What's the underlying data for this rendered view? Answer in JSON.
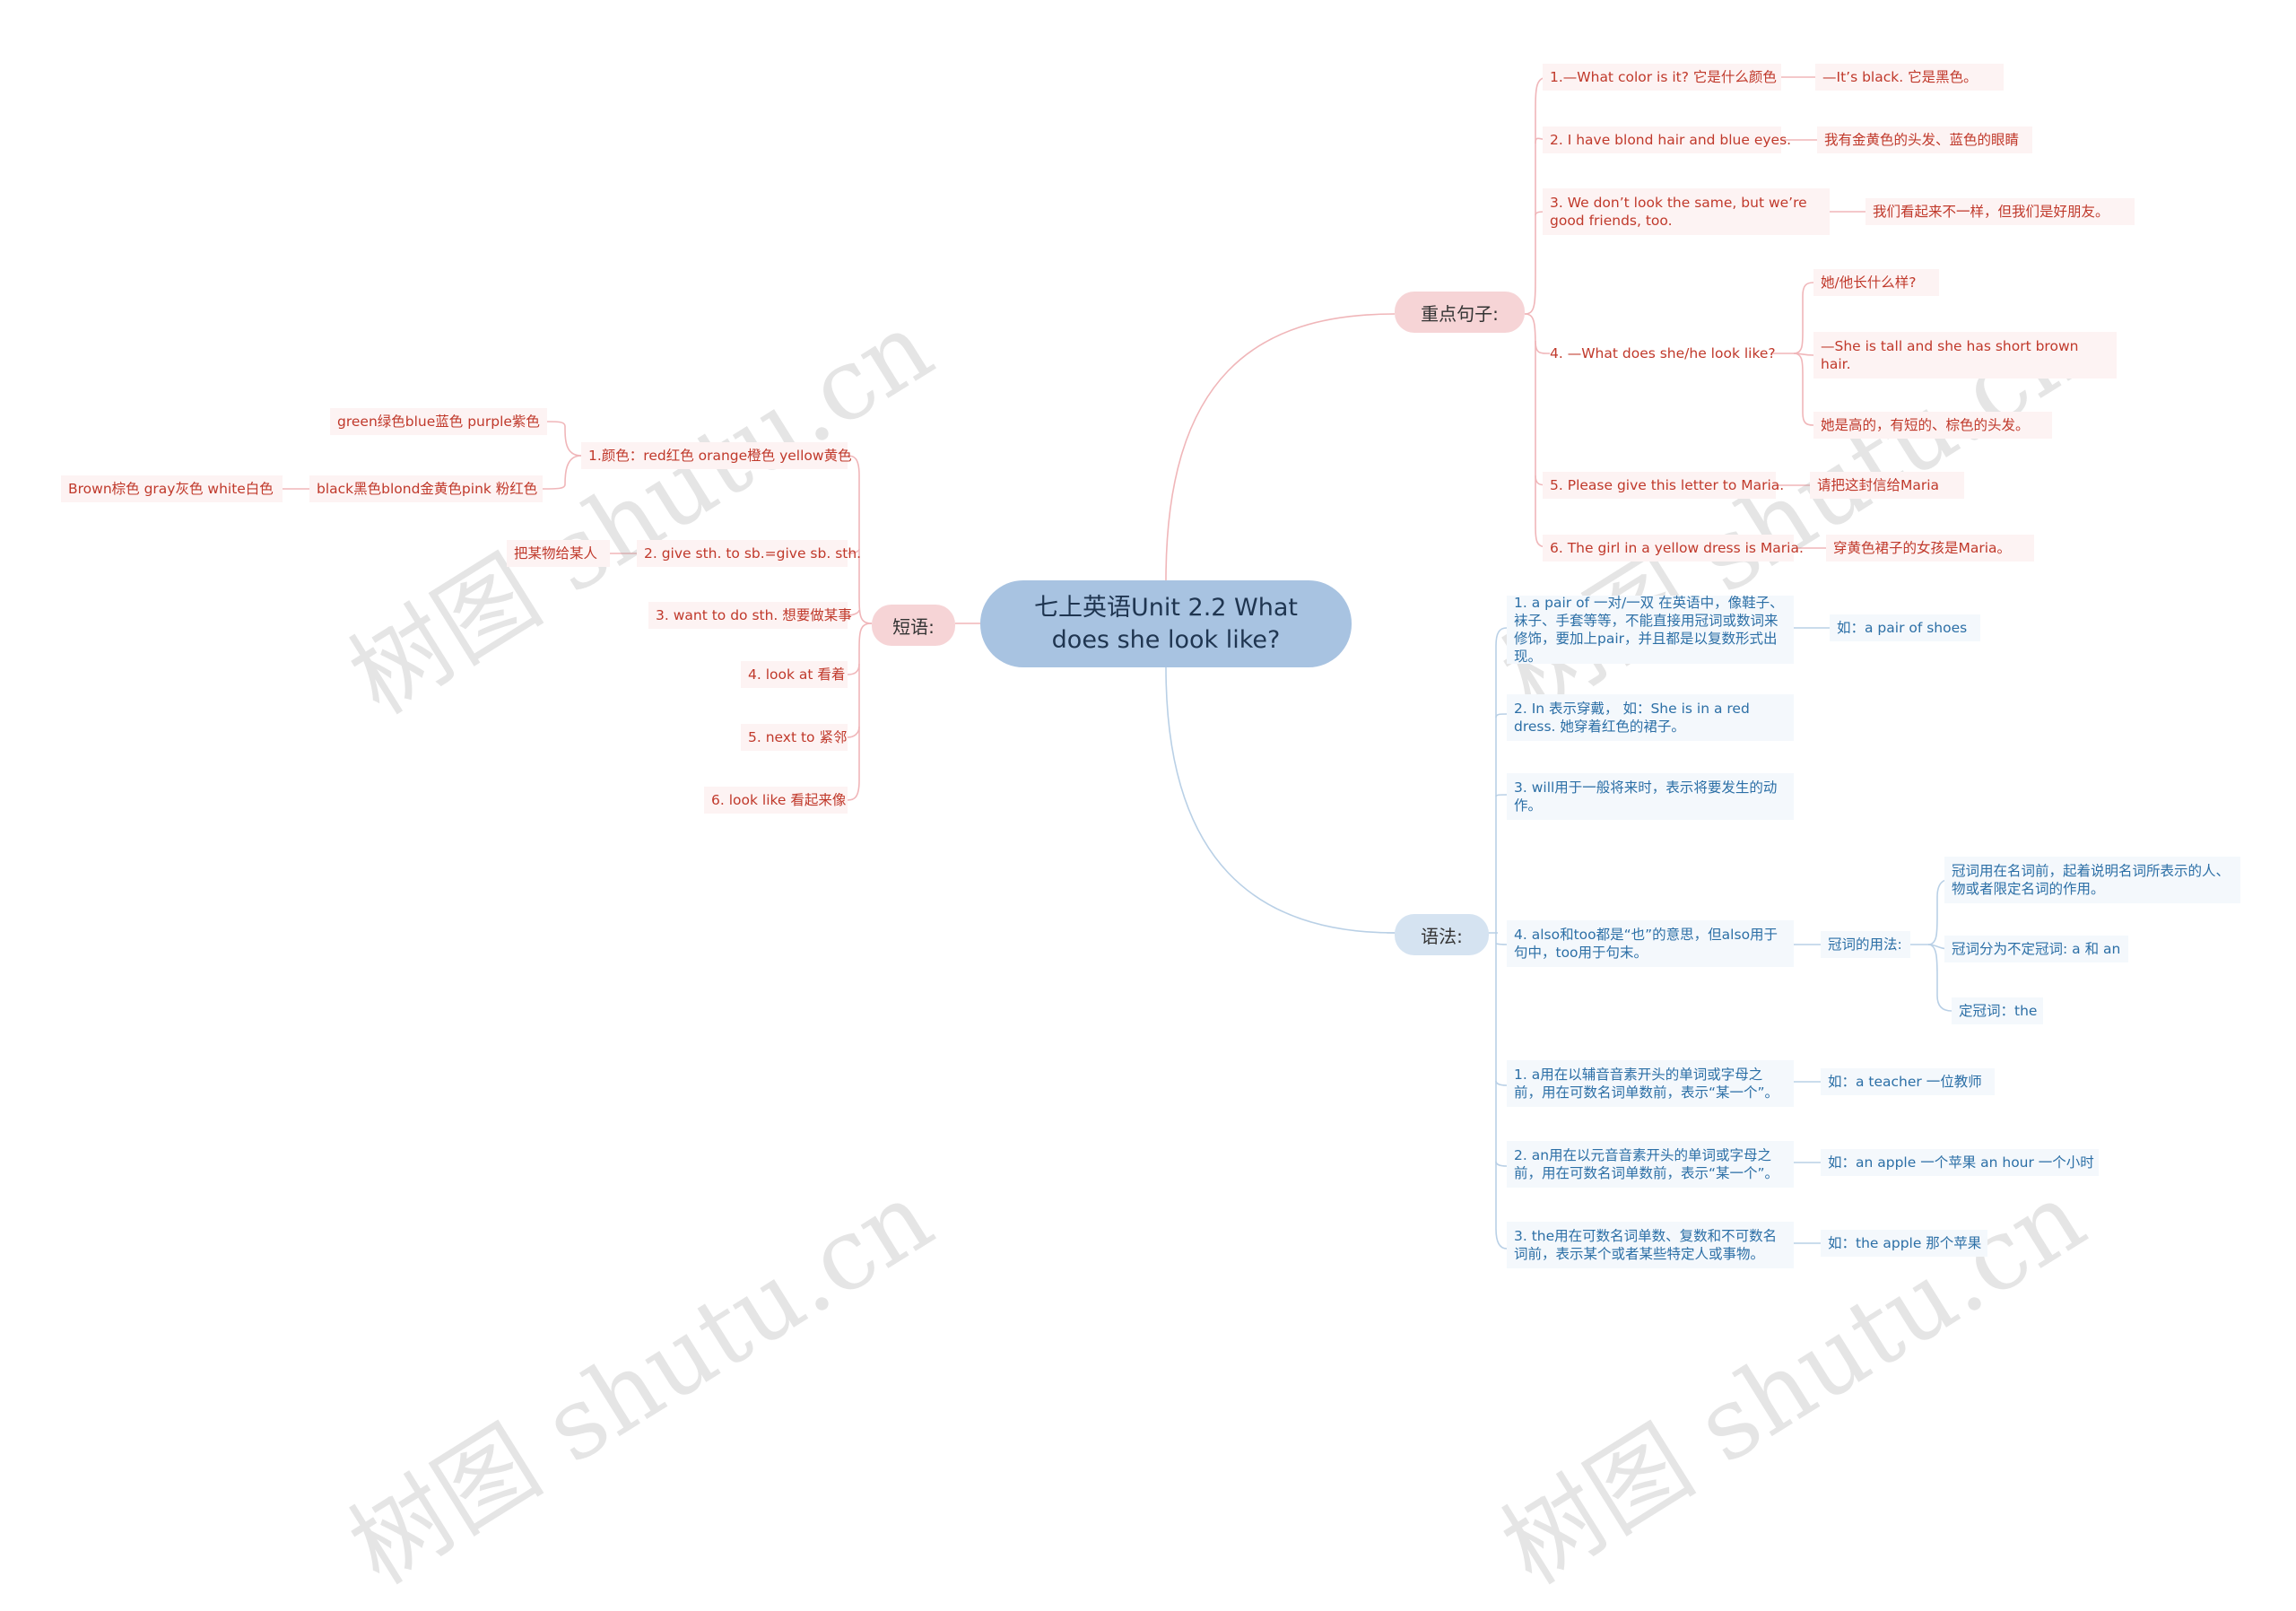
{
  "root": "七上英语Unit 2.2 What does she look like?",
  "branches": {
    "key_sentences": "重点句子:",
    "phrases": "短语:",
    "grammar": "语法:"
  },
  "watermark": "树图 shutu.cn",
  "key_sentences": {
    "s1": "1.—What color is it? 它是什么颜色",
    "s1_ans": "—It’s black. 它是黑色。",
    "s2": "2. I have blond hair and blue eyes.",
    "s2_ans": "我有金黄色的头发、蓝色的眼睛",
    "s3": "3. We don’t look the same, but we’re good friends, too.",
    "s3_ans": "我们看起来不一样，但我们是好朋友。",
    "s4": "4. —What does she/he look like?",
    "s4_a": "她/他长什么样?",
    "s4_b": "—She is tall and she has short brown hair.",
    "s4_c": "她是高的，有短的、棕色的头发。",
    "s5": "5. Please give this letter to Maria.",
    "s5_ans": "请把这封信给Maria",
    "s6": "6. The girl in a yellow dress is Maria.",
    "s6_ans": "穿黄色裙子的女孩是Maria。"
  },
  "phrases": {
    "p1": "1.颜色：red红色 orange橙色 yellow黄色",
    "p1_a": "green绿色blue蓝色  purple紫色",
    "p1_b": "black黑色blond金黄色pink 粉红色",
    "p1_b_sub": "Brown棕色 gray灰色  white白色",
    "p2": "2. give sth. to sb.=give sb. sth.",
    "p2_sub": "把某物给某人",
    "p3": "3. want to do sth. 想要做某事",
    "p4": "4. look at 看着",
    "p5": "5. next to 紧邻",
    "p6": "6. look like 看起来像"
  },
  "grammar": {
    "g1": "1. a pair of 一对/一双 在英语中，像鞋子、袜子、手套等等，不能直接用冠词或数词来修饰，要加上pair，并且都是以复数形式出现。",
    "g1_ex": "如：a pair of shoes",
    "g2": "2. In 表示穿戴， 如：She is in a red dress. 她穿着红色的裙子。",
    "g3": "3. will用于一般将来时，表示将要发生的动作。",
    "g4": "4. also和too都是“也”的意思，但also用于句中，too用于句末。",
    "g4_sub": "冠词的用法:",
    "g4_a": "冠词用在名词前，起着说明名词所表示的人、物或者限定名词的作用。",
    "g4_b": "冠词分为不定冠词: a 和 an",
    "g4_c": "定冠词：the",
    "g5": "1. a用在以辅音音素开头的单词或字母之前，用在可数名词单数前，表示“某一个”。",
    "g5_ex": "如：a teacher 一位教师",
    "g6": "2. an用在以元音音素开头的单词或字母之前，用在可数名词单数前，表示“某一个”。",
    "g6_ex": "如：an apple 一个苹果 an hour 一个小时",
    "g7": "3. the用在可数名词单数、复数和不可数名词前，表示某个或者某些特定人或事物。",
    "g7_ex": "如：the apple 那个苹果"
  }
}
